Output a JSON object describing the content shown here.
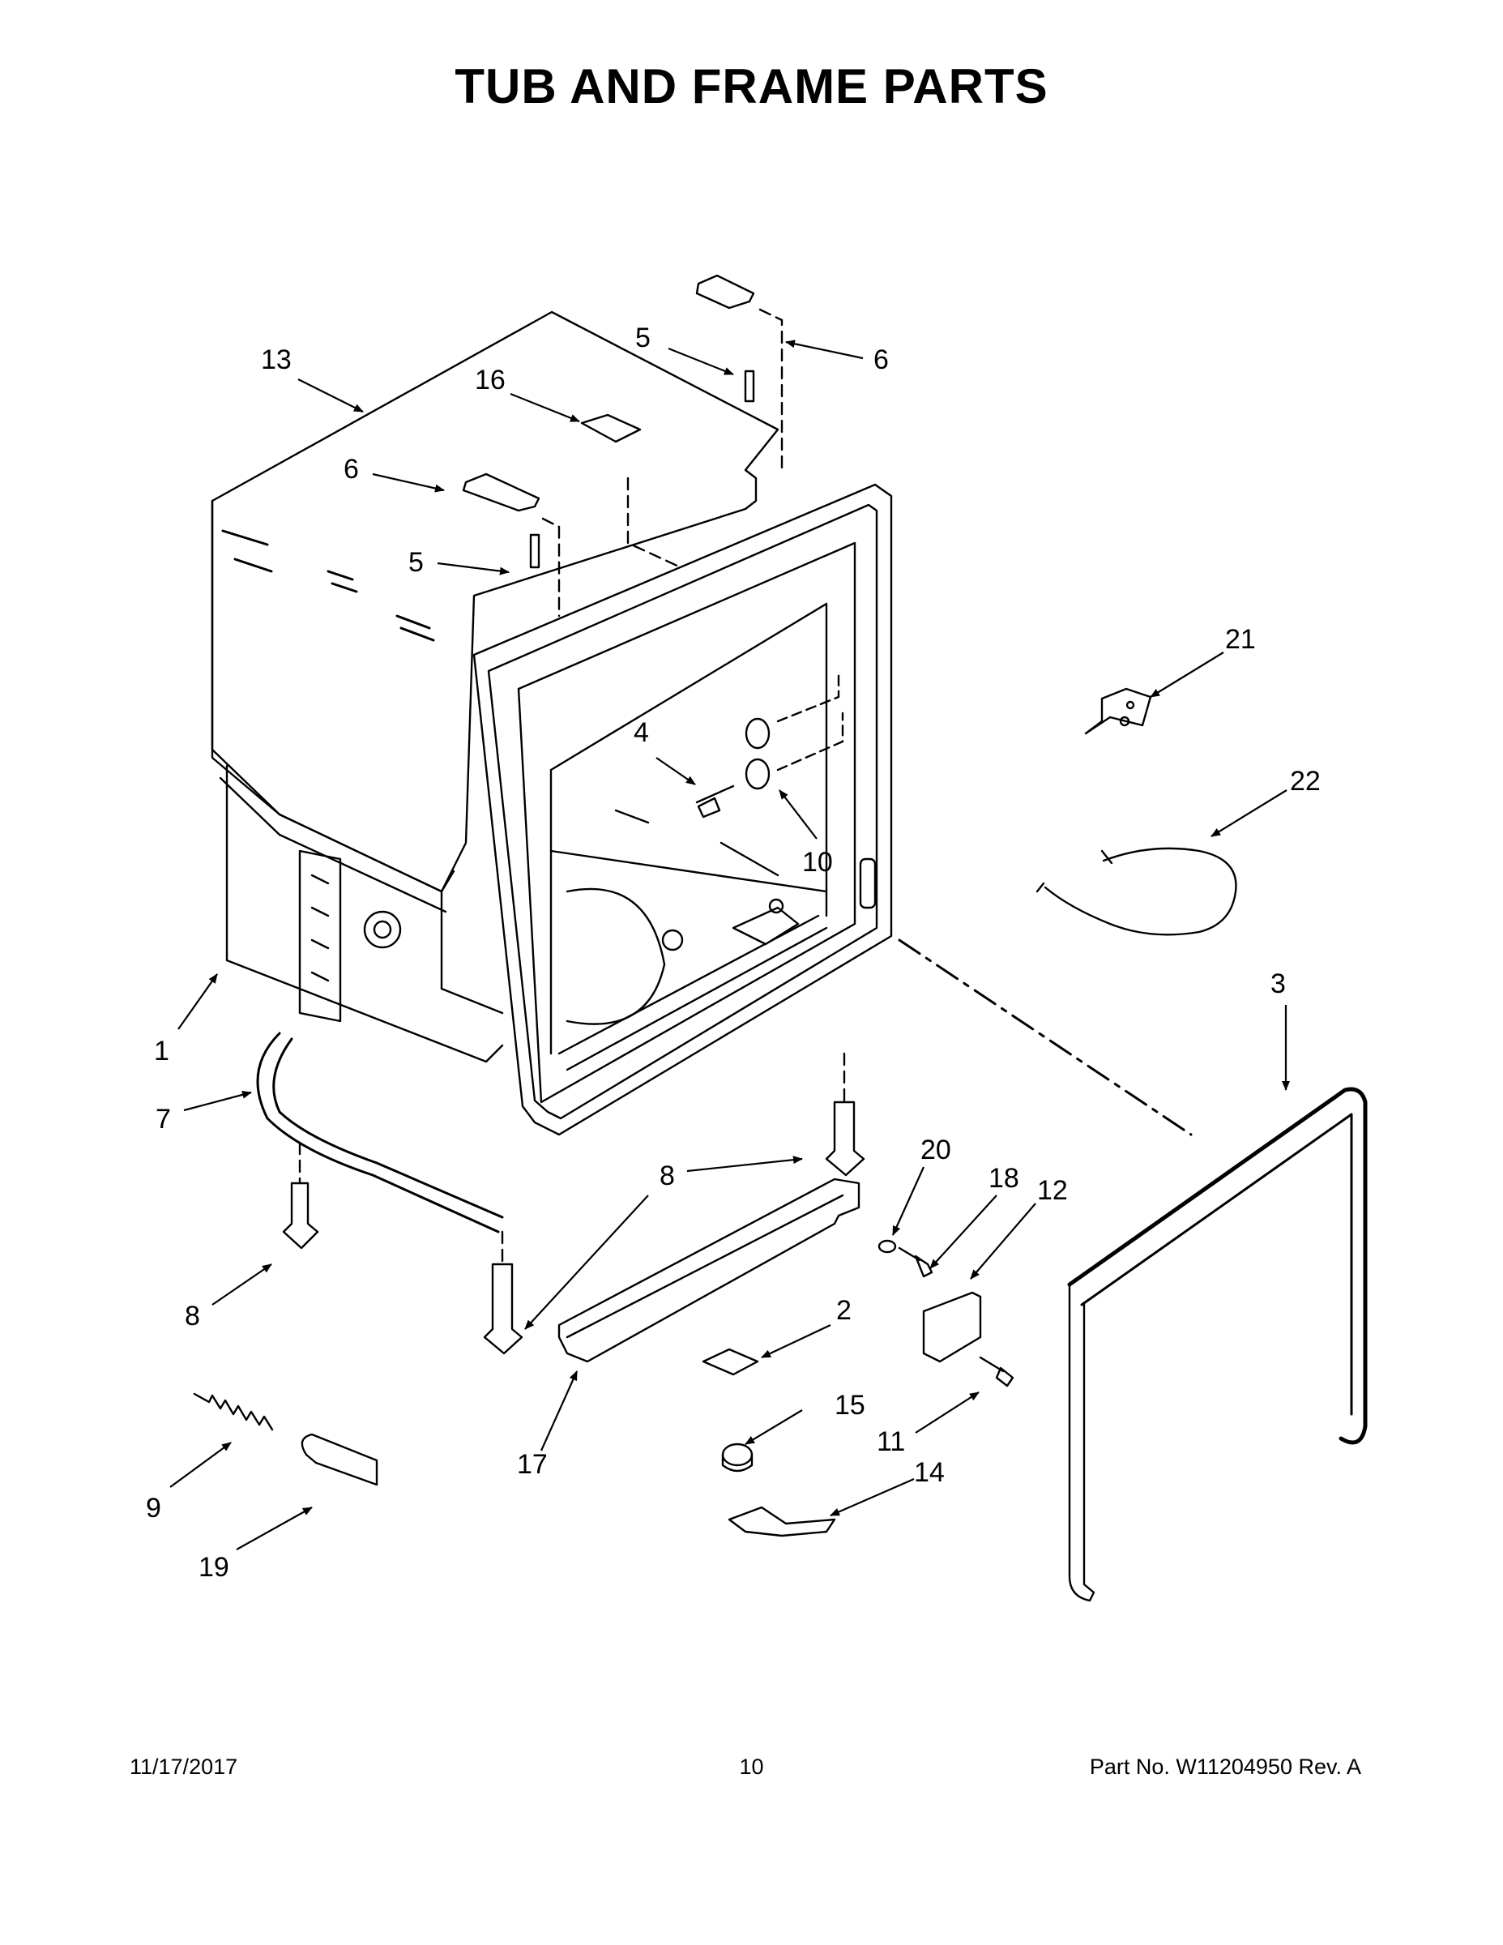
{
  "page": {
    "title": "TUB AND FRAME PARTS"
  },
  "callouts": [
    {
      "id": "13",
      "label": "13"
    },
    {
      "id": "5a",
      "label": "5"
    },
    {
      "id": "6a",
      "label": "6"
    },
    {
      "id": "16",
      "label": "16"
    },
    {
      "id": "6b",
      "label": "6"
    },
    {
      "id": "5b",
      "label": "5"
    },
    {
      "id": "21",
      "label": "21"
    },
    {
      "id": "4",
      "label": "4"
    },
    {
      "id": "22",
      "label": "22"
    },
    {
      "id": "10",
      "label": "10"
    },
    {
      "id": "3",
      "label": "3"
    },
    {
      "id": "1",
      "label": "1"
    },
    {
      "id": "7",
      "label": "7"
    },
    {
      "id": "20",
      "label": "20"
    },
    {
      "id": "18",
      "label": "18"
    },
    {
      "id": "12",
      "label": "12"
    },
    {
      "id": "8a",
      "label": "8"
    },
    {
      "id": "2",
      "label": "2"
    },
    {
      "id": "8b",
      "label": "8"
    },
    {
      "id": "15",
      "label": "15"
    },
    {
      "id": "11",
      "label": "11"
    },
    {
      "id": "17",
      "label": "17"
    },
    {
      "id": "14",
      "label": "14"
    },
    {
      "id": "9",
      "label": "9"
    },
    {
      "id": "19",
      "label": "19"
    }
  ],
  "footer": {
    "date": "11/17/2017",
    "page_number": "10",
    "part_number": "Part No.  W11204950  Rev.  A"
  }
}
